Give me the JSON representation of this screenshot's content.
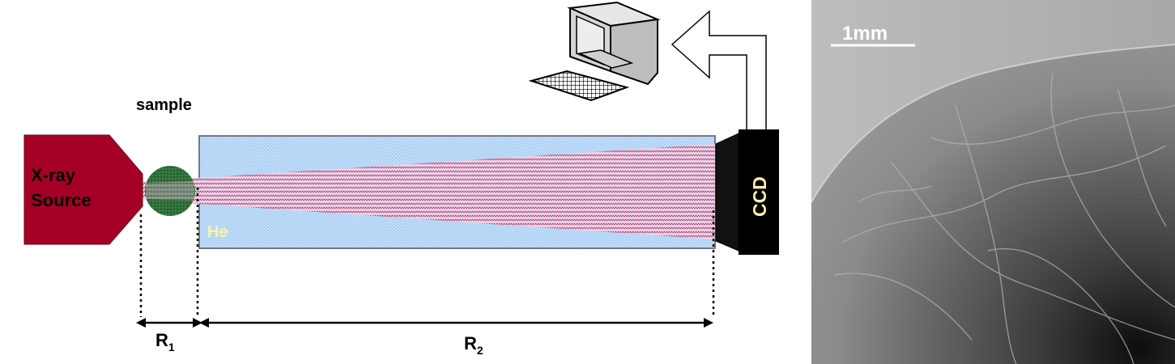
{
  "labels": {
    "sample": "sample",
    "source_line1": "X-ray",
    "source_line2": "Source",
    "gas": "He",
    "detector": "CCD",
    "r1": "R",
    "r1_sub": "1",
    "r2": "R",
    "r2_sub": "2",
    "scale_bar": "1mm"
  },
  "colors": {
    "source": "#a50026",
    "tube": "#a9cff5",
    "beam": "#c9b6d8",
    "sample": "#2e6e3a",
    "he_text": "#fff2a8",
    "ccd_body": "#000000",
    "ccd_text": "#fff2a8",
    "monitor": "#d4d4d4"
  },
  "icons": {
    "monitor": "computer-monitor-icon",
    "keyboard": "keyboard-icon",
    "arrow": "data-flow-arrow-icon"
  }
}
